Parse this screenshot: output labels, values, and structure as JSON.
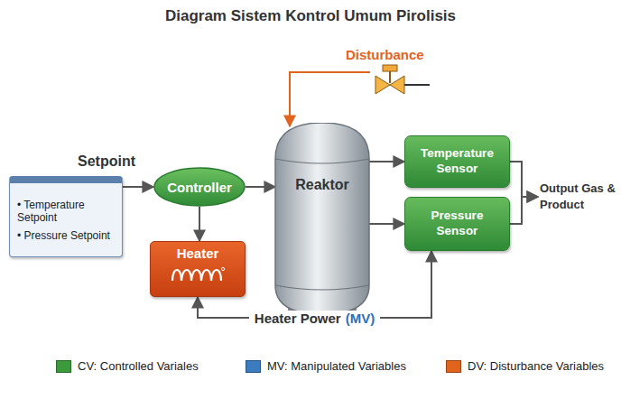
{
  "diagram": {
    "title": "Diagram Sistem Kontrol Umum Pirolisis",
    "nodes": [
      {
        "text": [
          "• Temperature Setpoint",
          "• Pressure Setpoint"
        ]
      },
      {
        "text": [
          "Controller"
        ]
      },
      {
        "text": [
          "Heater"
        ]
      },
      {
        "text": [
          "Reaktor"
        ]
      },
      {
        "text": [
          "Temperature Sensor"
        ]
      },
      {
        "text": [
          "Pressure Sensor"
        ]
      },
      {
        "text": [
          "Output Gas & Product"
        ]
      }
    ],
    "edges": [
      {
        "from": 0,
        "to": 1,
        "arrow": "to",
        "label": "Setpoint"
      },
      {
        "from": 1,
        "to": 3,
        "arrow": "to"
      },
      {
        "from": 1,
        "to": 2,
        "arrow": "to"
      },
      {
        "from": 3,
        "to": 4,
        "arrow": "to"
      },
      {
        "from": 3,
        "to": 5,
        "arrow": "to"
      },
      {
        "from": 4,
        "to": 6,
        "arrow": "to"
      },
      {
        "from": 5,
        "to": 6,
        "arrow": "to"
      },
      {
        "from": 5,
        "to": 2,
        "arrow": "both",
        "label": "Heater Power"
      }
    ],
    "labels": [
      "Disturbance",
      "(MV)"
    ],
    "legend": [
      {
        "text": "CV: Controlled Variales",
        "color": "#3a9a3c"
      },
      {
        "text": "MV: Manipulated Variables",
        "color": "#3b7bbf"
      },
      {
        "text": "DV: Disturbance Variables",
        "color": "#e0641e"
      }
    ]
  }
}
